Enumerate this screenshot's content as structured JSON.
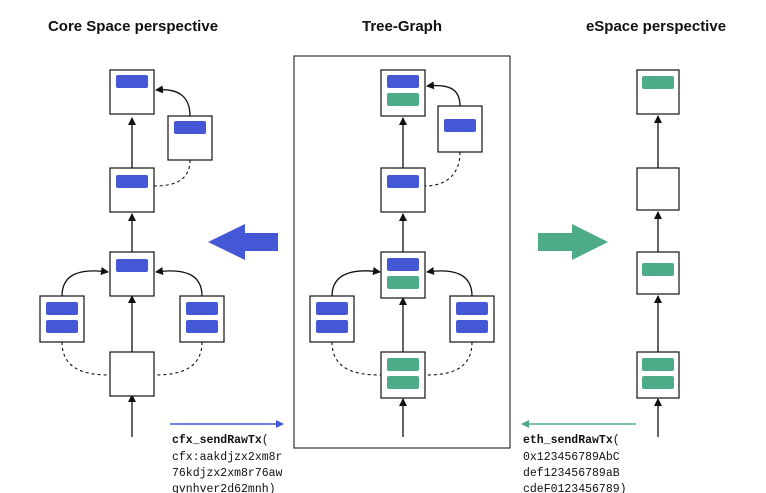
{
  "panels": {
    "core_title": "Core Space perspective",
    "tree_title": "Tree-Graph",
    "espace_title": "eSpace perspective"
  },
  "core_call": {
    "method": "cfx_sendRawTx",
    "paren": "(",
    "lines": [
      "cfx:aakdjzx2xm8r",
      "76kdjzx2xm8r76aw",
      "gvnhver2d62mnh)"
    ]
  },
  "espace_call": {
    "method": "eth_sendRawTx",
    "paren": "(",
    "lines": [
      "0x123456789AbC",
      "def123456789aB",
      "cdeF0123456789)"
    ]
  },
  "colors": {
    "core_tx": "#4458d6",
    "espace_tx": "#4eab87",
    "block_stroke": "#111111"
  }
}
